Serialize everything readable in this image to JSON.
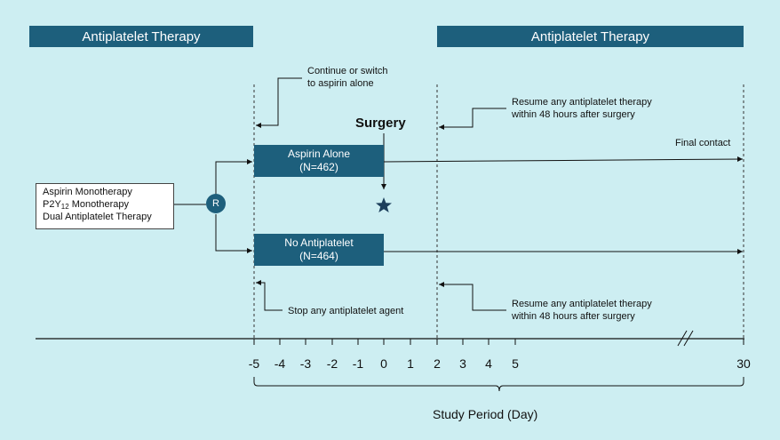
{
  "headers": {
    "left": "Antiplatelet Therapy",
    "right": "Antiplatelet Therapy"
  },
  "baseline": {
    "line1": "Aspirin Monotherapy",
    "line2_prefix": "P2Y",
    "line2_sub": "12",
    "line2_suffix": " Monotherapy",
    "line3": "Dual Antiplatelet Therapy"
  },
  "randomization_label": "R",
  "arms": {
    "aspirin": {
      "label": "Aspirin Alone",
      "n": "(N=462)"
    },
    "none": {
      "label": "No Antiplatelet",
      "n": "(N=464)"
    }
  },
  "annotations": {
    "continue_line1": "Continue or switch",
    "continue_line2": "to aspirin alone",
    "resume_top_line1": "Resume any antiplatelet therapy",
    "resume_top_line2": "within 48 hours after surgery",
    "final_contact": "Final contact",
    "stop_agent": "Stop any antiplatelet agent",
    "resume_bottom_line1": "Resume any antiplatelet therapy",
    "resume_bottom_line2": "within 48 hours after surgery",
    "surgery": "Surgery"
  },
  "timeline": {
    "ticks": [
      "-5",
      "-4",
      "-3",
      "-2",
      "-1",
      "0",
      "1",
      "2",
      "3",
      "4",
      "5",
      "30"
    ],
    "axis_title": "Study Period (Day)"
  },
  "colors": {
    "background": "#cdeef2",
    "primary": "#1d5f7c",
    "line": "#111111"
  }
}
